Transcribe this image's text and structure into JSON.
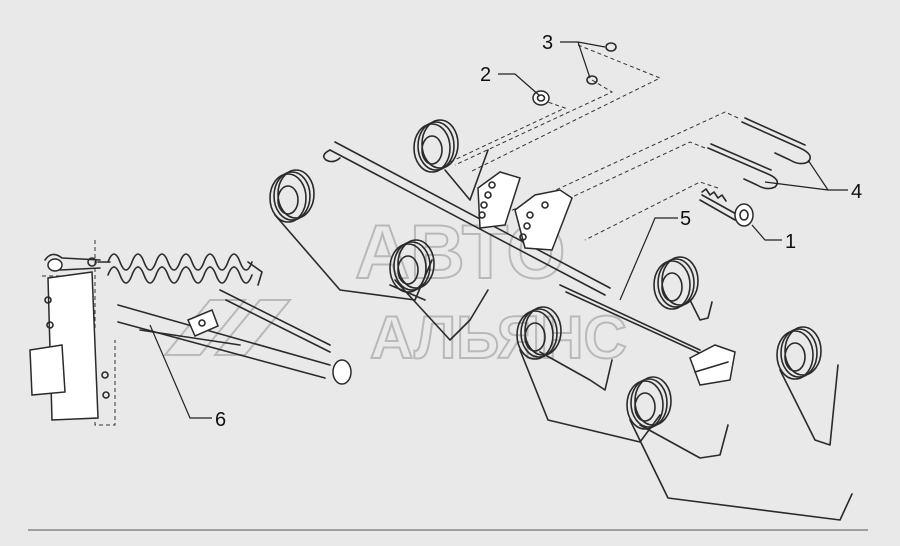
{
  "watermark": {
    "line1": "АВТО",
    "line2": "АЛЬЯНС"
  },
  "callouts": [
    {
      "id": "1",
      "label": "1"
    },
    {
      "id": "2",
      "label": "2"
    },
    {
      "id": "3",
      "label": "3"
    },
    {
      "id": "4",
      "label": "4"
    },
    {
      "id": "5",
      "label": "5"
    },
    {
      "id": "6",
      "label": "6"
    }
  ],
  "colors": {
    "background": "#e9e9e9",
    "line": "#2a2a2a",
    "watermark": "#b9b9b9"
  }
}
